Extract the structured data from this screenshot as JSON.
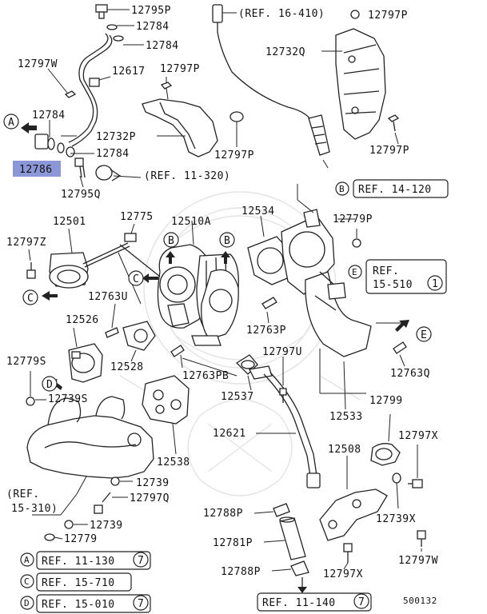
{
  "parts": {
    "p12795P": "12795P",
    "p12784a": "12784",
    "p12784b": "12784",
    "p12784c": "12784",
    "p12784d": "12784",
    "p12797W": "12797W",
    "p12617": "12617",
    "p12797Pa": "12797P",
    "p12732P": "12732P",
    "p12797Pb": "12797P",
    "p12786": "12786",
    "p12795Q": "12795Q",
    "p12797Pc": "12797P",
    "p12732Q": "12732Q",
    "p12797Pd": "12797P",
    "p12501": "12501",
    "p12775": "12775",
    "p12510A": "12510A",
    "p12534": "12534",
    "p12779P": "12779P",
    "p12797Z": "12797Z",
    "p12763U": "12763U",
    "p12526": "12526",
    "p12528": "12528",
    "p12763P": "12763P",
    "p12797U": "12797U",
    "p12779S": "12779S",
    "p12739S": "12739S",
    "p12763PB": "12763PB",
    "p12537": "12537",
    "p12763Q": "12763Q",
    "p12799": "12799",
    "p12533": "12533",
    "p12621": "12621",
    "p12797X": "12797X",
    "p12508": "12508",
    "p12538": "12538",
    "p12739a": "12739",
    "p12797Q": "12797Q",
    "p12739X": "12739X",
    "p12788Pa": "12788P",
    "p12739b": "12739",
    "p12779": "12779",
    "p12781P": "12781P",
    "p12797W2": "12797W",
    "p12788Pb": "12788P",
    "p12797X2": "12797X"
  },
  "refs": {
    "ref16410": "(REF. 16-410)",
    "ref11320": "(REF. 11-320)",
    "ref14120": "REF. 14-120",
    "ref15510a": "REF.",
    "ref15510b": "15-510",
    "ref15310a": "(REF.",
    "ref15310b": "15-310)",
    "ref11130": "REF. 11-130",
    "ref15710": "REF. 15-710",
    "ref15010": "REF. 15-010",
    "ref11140": "REF. 11-140"
  },
  "circles": {
    "A": "A",
    "B": "B",
    "C": "C",
    "D": "D",
    "E": "E",
    "num1": "1",
    "num7a": "7",
    "num7b": "7",
    "num7c": "7"
  },
  "figure_number": "500132"
}
